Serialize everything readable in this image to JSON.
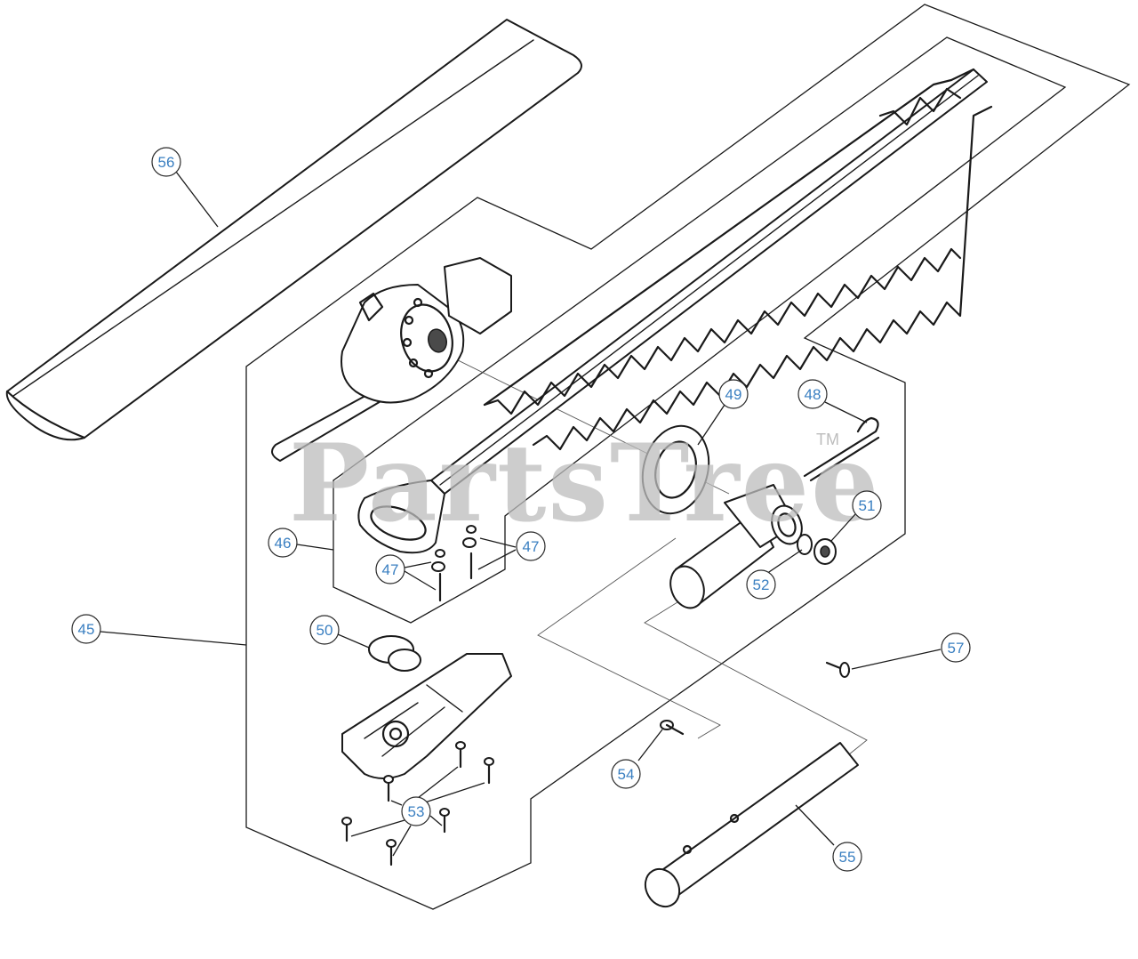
{
  "watermark": {
    "text": "PartsTree",
    "tm": "TM"
  },
  "callouts": [
    {
      "id": "56",
      "label": "56"
    },
    {
      "id": "49",
      "label": "49"
    },
    {
      "id": "48",
      "label": "48"
    },
    {
      "id": "51",
      "label": "51"
    },
    {
      "id": "52",
      "label": "52"
    },
    {
      "id": "46",
      "label": "46"
    },
    {
      "id": "47a",
      "label": "47"
    },
    {
      "id": "47b",
      "label": "47"
    },
    {
      "id": "45",
      "label": "45"
    },
    {
      "id": "50",
      "label": "50"
    },
    {
      "id": "57",
      "label": "57"
    },
    {
      "id": "54",
      "label": "54"
    },
    {
      "id": "53",
      "label": "53"
    },
    {
      "id": "55",
      "label": "55"
    }
  ],
  "colors": {
    "callout_text": "#3a7fc1",
    "line": "#1a1a1a",
    "watermark": "#bdbdbd"
  }
}
